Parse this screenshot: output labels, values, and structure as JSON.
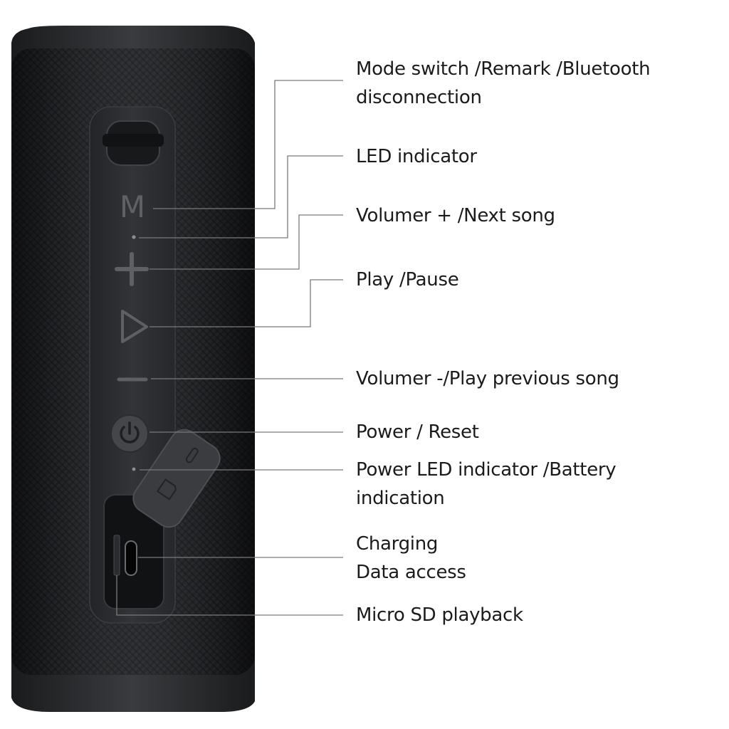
{
  "labels": {
    "mode_switch": [
      "Mode switch /Remark /Bluetooth",
      "disconnection"
    ],
    "led_indicator": [
      "LED indicator"
    ],
    "volume_up": [
      "Volumer + /Next song"
    ],
    "play_pause": [
      "Play /Pause"
    ],
    "volume_down": [
      "Volumer -/Play previous song"
    ],
    "power_reset": [
      "Power / Reset"
    ],
    "power_led": [
      "Power LED indicator /Battery",
      "indication"
    ],
    "charging": [
      "Charging",
      "Data access"
    ],
    "micro_sd": [
      "Micro SD playback"
    ]
  },
  "button_icons": {
    "mode": "M",
    "volume_up": "plus-icon",
    "play": "play-triangle-icon",
    "volume_down": "minus-icon",
    "power": "power-icon"
  },
  "colors": {
    "speaker_body": "#1c1d1f",
    "button_panel": "#2b2c2f",
    "leader_line": "#7a7a7a",
    "text": "#1b1b1b"
  }
}
